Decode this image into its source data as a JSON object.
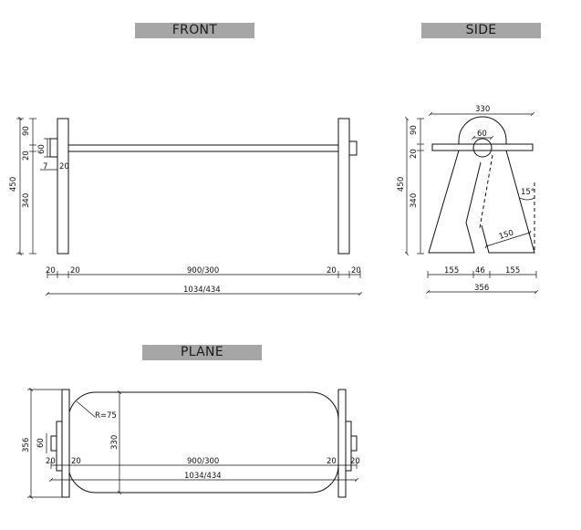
{
  "titles": {
    "front": "FRONT",
    "side": "SIDE",
    "plane": "PLANE"
  },
  "front": {
    "dim_450": "450",
    "dim_90": "90",
    "dim_20": "20",
    "dim_340": "340",
    "dim_60": "60",
    "dim_7": "7",
    "dim_20_b": "20",
    "bottom_left_20a": "20",
    "bottom_left_20b": "20",
    "bottom_span": "900/300",
    "bottom_right_20a": "20",
    "bottom_right_20b": "20",
    "overall": "1034/434"
  },
  "side": {
    "top_330": "330",
    "hole_60": "60",
    "dim_450": "450",
    "dim_90": "90",
    "dim_20": "20",
    "dim_340": "340",
    "angle": "15°",
    "leg_150": "150",
    "bottom_155a": "155",
    "bottom_46": "46",
    "bottom_155b": "155",
    "overall": "356"
  },
  "plane": {
    "dim_356": "356",
    "dim_60": "60",
    "radius": "R=75",
    "dim_330": "330",
    "left_20a": "20",
    "left_20b": "20",
    "span": "900/300",
    "right_20a": "20",
    "right_20b": "20",
    "overall": "1034/434"
  }
}
